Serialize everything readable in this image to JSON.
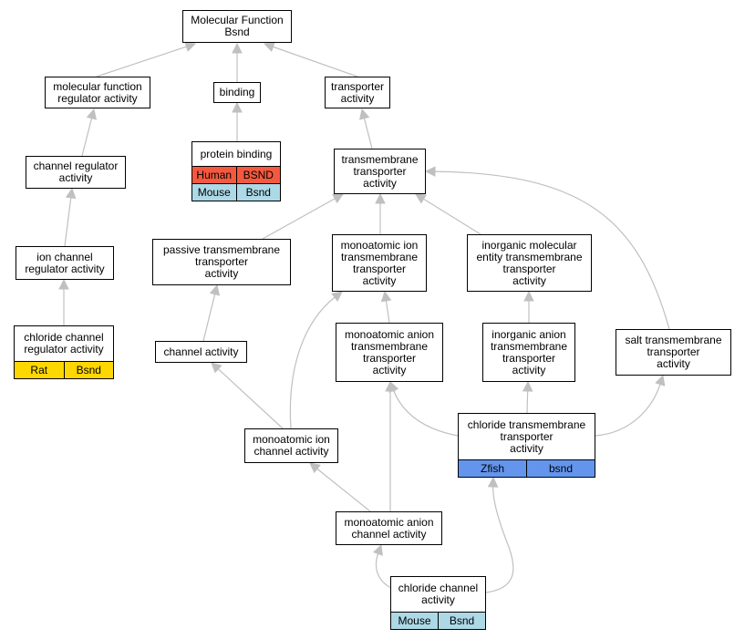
{
  "nodes": {
    "mf": {
      "label": [
        "Molecular Function",
        "Bsnd"
      ]
    },
    "mfr": {
      "label": [
        "molecular function",
        "regulator activity"
      ]
    },
    "binding": {
      "label": [
        "binding"
      ]
    },
    "transporter": {
      "label": [
        "transporter",
        "activity"
      ]
    },
    "protein_binding": {
      "label": [
        "protein binding"
      ],
      "rows": [
        {
          "species": "Human",
          "gene": "BSND",
          "color": "#f4593f"
        },
        {
          "species": "Mouse",
          "gene": "Bsnd",
          "color": "#add8e6"
        }
      ]
    },
    "chreg": {
      "label": [
        "channel regulator",
        "activity"
      ]
    },
    "tm": {
      "label": [
        "transmembrane",
        "transporter",
        "activity"
      ]
    },
    "ionreg": {
      "label": [
        "ion channel",
        "regulator activity"
      ]
    },
    "passive": {
      "label": [
        "passive transmembrane",
        "transporter",
        "activity"
      ]
    },
    "monoion": {
      "label": [
        "monoatomic ion",
        "transmembrane",
        "transporter",
        "activity"
      ]
    },
    "inorgmol": {
      "label": [
        "inorganic molecular",
        "entity transmembrane",
        "transporter",
        "activity"
      ]
    },
    "clreg": {
      "label": [
        "chloride channel",
        "regulator activity"
      ],
      "rows": [
        {
          "species": "Rat",
          "gene": "Bsnd",
          "color": "#ffd700"
        }
      ]
    },
    "channel": {
      "label": [
        "channel activity"
      ]
    },
    "monoanion": {
      "label": [
        "monoatomic anion",
        "transmembrane",
        "transporter",
        "activity"
      ]
    },
    "inorganion": {
      "label": [
        "inorganic anion",
        "transmembrane",
        "transporter",
        "activity"
      ]
    },
    "salt": {
      "label": [
        "salt transmembrane",
        "transporter",
        "activity"
      ]
    },
    "chlortm": {
      "label": [
        "chloride transmembrane",
        "transporter",
        "activity"
      ],
      "rows": [
        {
          "species": "Zfish",
          "gene": "bsnd",
          "color": "#6495ed"
        }
      ]
    },
    "monoionch": {
      "label": [
        "monoatomic ion",
        "channel activity"
      ]
    },
    "monoanionch": {
      "label": [
        "monoatomic anion",
        "channel activity"
      ]
    },
    "chlorch": {
      "label": [
        "chloride channel",
        "activity"
      ],
      "rows": [
        {
          "species": "Mouse",
          "gene": "Bsnd",
          "color": "#add8e6"
        }
      ]
    }
  },
  "edge_color": "#c0c0c0"
}
